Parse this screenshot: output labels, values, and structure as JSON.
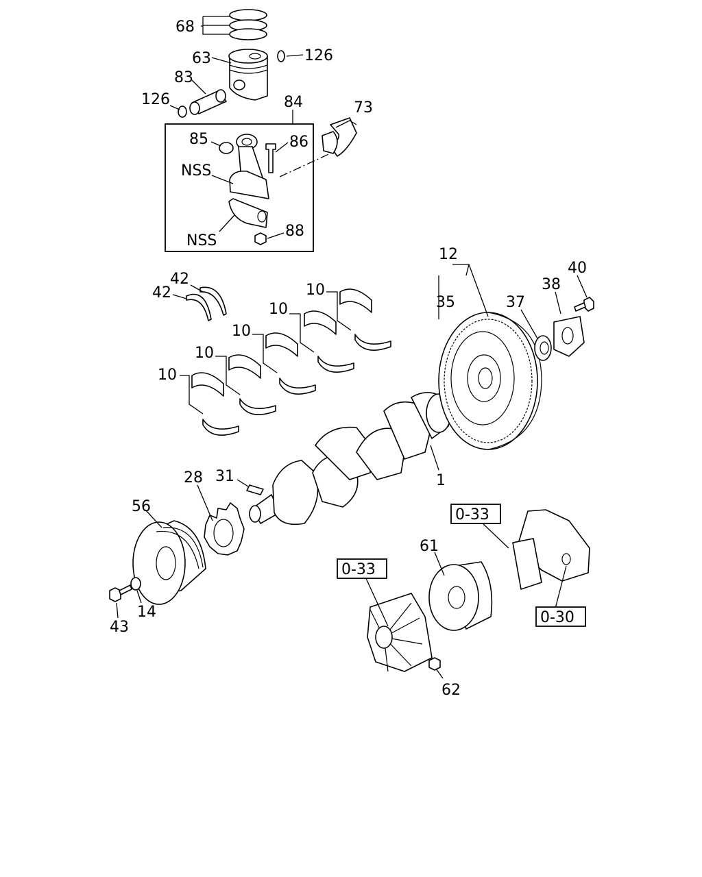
{
  "labels": {
    "l68": "68",
    "l63": "63",
    "l126a": "126",
    "l83": "83",
    "l126b": "126",
    "l84": "84",
    "l73": "73",
    "l85": "85",
    "l86": "86",
    "nss1": "NSS",
    "nss2": "NSS",
    "l88": "88",
    "l42a": "42",
    "l42b": "42",
    "l10a": "10",
    "l10b": "10",
    "l10c": "10",
    "l10d": "10",
    "l10e": "10",
    "l12": "12",
    "l35": "35",
    "l37": "37",
    "l38": "38",
    "l40": "40",
    "l1": "1",
    "l28": "28",
    "l31": "31",
    "l56": "56",
    "l43": "43",
    "l14": "14",
    "l61": "61",
    "l62": "62",
    "ref1": "0-33",
    "ref2": "0-33",
    "ref3": "0-30"
  }
}
